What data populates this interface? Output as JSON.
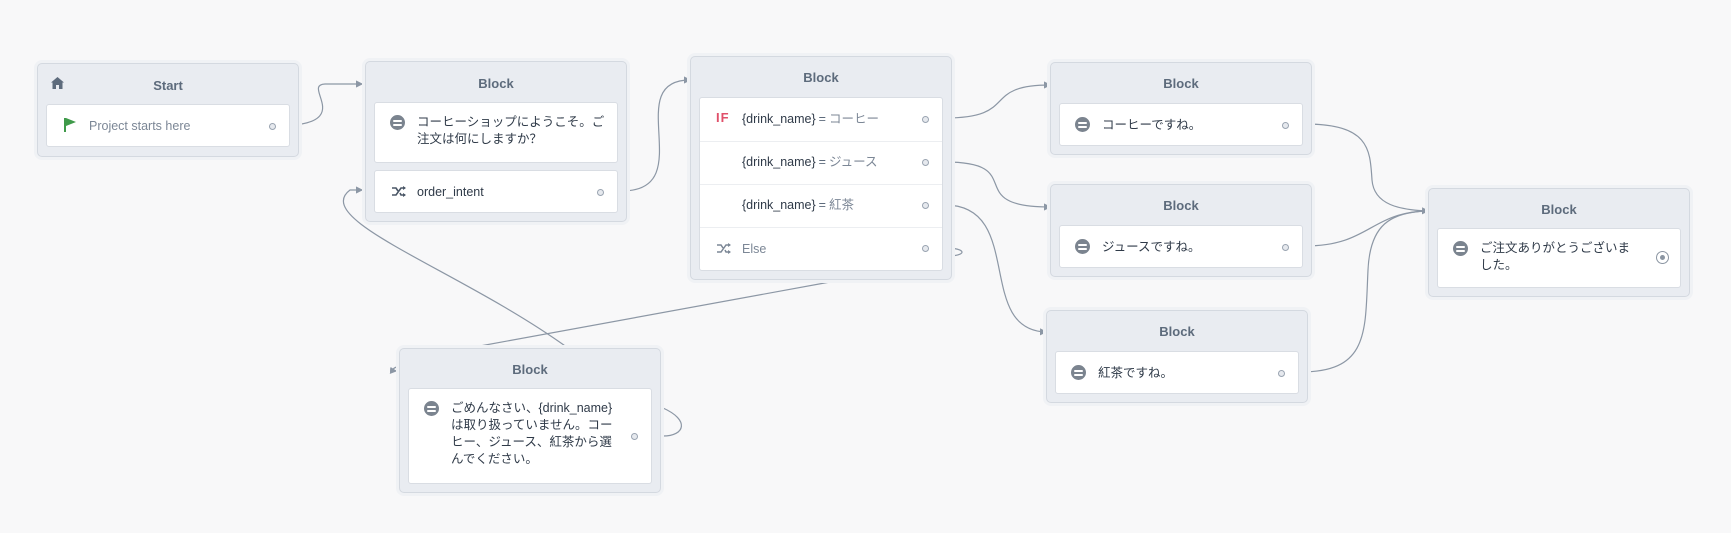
{
  "start": {
    "title": "Start",
    "step_label": "Project starts here",
    "icons": [
      "home-icon",
      "flag-icon"
    ]
  },
  "greeting_block": {
    "title": "Block",
    "message": "コーヒーショップにようこそ。ご注文は何にしますか？",
    "intent_label": "order_intent"
  },
  "condition_block": {
    "title": "Block",
    "if_label": "IF",
    "conditions": [
      {
        "variable": "{drink_name}",
        "operator": "=",
        "value": "コーヒー"
      },
      {
        "variable": "{drink_name}",
        "operator": "=",
        "value": "ジュース"
      },
      {
        "variable": "{drink_name}",
        "operator": "=",
        "value": "紅茶"
      }
    ],
    "else_label": "Else"
  },
  "coffee_block": {
    "title": "Block",
    "message": "コーヒーですね。"
  },
  "juice_block": {
    "title": "Block",
    "message": "ジュースですね。"
  },
  "tea_block": {
    "title": "Block",
    "message": "紅茶ですね。"
  },
  "final_block": {
    "title": "Block",
    "message": "ご注文ありがとうございました。"
  },
  "fallback_block": {
    "title": "Block",
    "message": "ごめんなさい、{drink_name}は取り扱っていません。コーヒー、ジュース、紅茶から選んでください。"
  },
  "colors": {
    "canvas": "#f8f8f9",
    "block": "#e9ecf1",
    "link": "#8c97a5",
    "if": "#e0506a",
    "flag": "#3f9a4a"
  }
}
